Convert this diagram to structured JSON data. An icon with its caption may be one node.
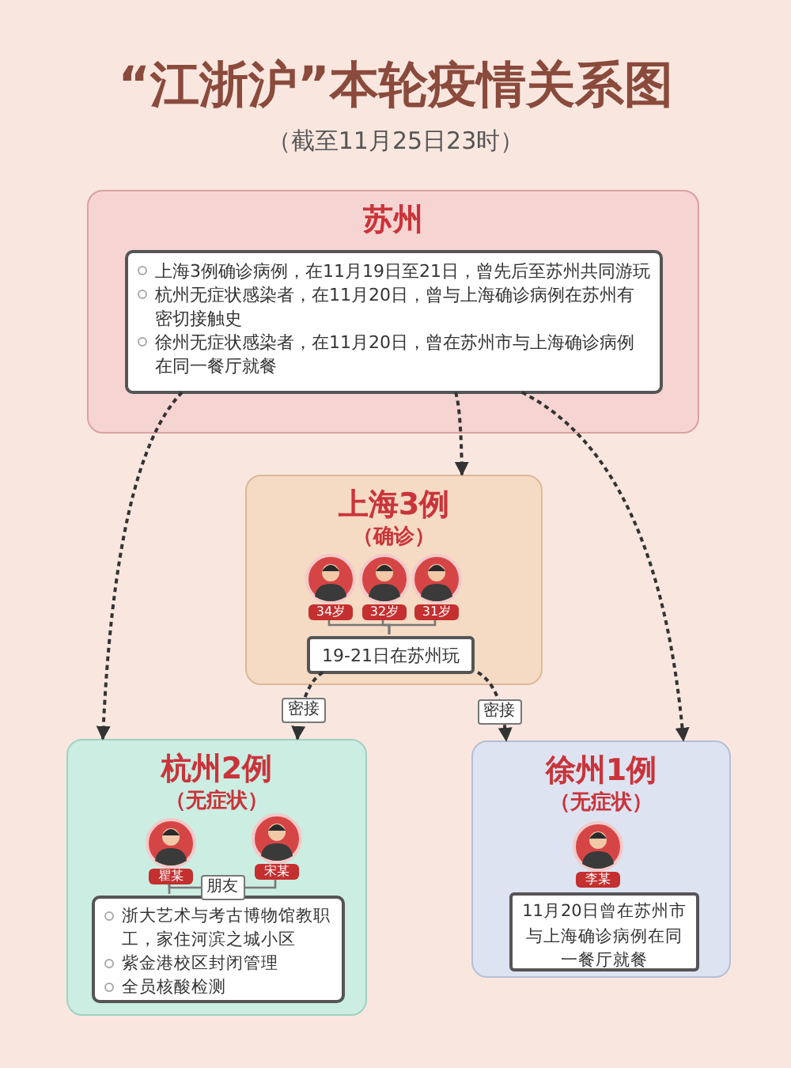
{
  "diagram": {
    "title": "“江浙沪”本轮疫情关系图",
    "caption": "（截至11月25日23时）",
    "nodes": [
      {
        "text": [
          "苏州"
        ]
      },
      {
        "text": [
          "上海3例确诊病例，在11月19日至21日，曾先后至苏州共同游玩",
          "杭州无症状感染者，在11月20日，曾与上海确诊病例在苏州有密切接触史",
          "徐州无症状感染者，在11月20日，曾在苏州市与上海确诊病例在同一餐厅就餐"
        ],
        "in": 0
      },
      {
        "text": [
          "上海3例",
          "（确诊）"
        ]
      },
      {
        "text": [
          "34岁"
        ],
        "in": 2
      },
      {
        "text": [
          "32岁"
        ],
        "in": 2
      },
      {
        "text": [
          "31岁"
        ],
        "in": 2
      },
      {
        "text": [
          "19-21日在苏州玩"
        ],
        "in": 2
      },
      {
        "text": [
          "杭州2例",
          "（无症状）"
        ]
      },
      {
        "text": [
          "瞿某"
        ],
        "in": 7
      },
      {
        "text": [
          "宋某"
        ],
        "in": 7
      },
      {
        "text": [
          "浙大艺术与考古博物馆教职工，家住河滨之城小区",
          "紫金港校区封闭管理",
          "全员核酸检测"
        ],
        "in": 7
      },
      {
        "text": [
          "徐州1例",
          "（无症状）"
        ]
      },
      {
        "text": [
          "李某"
        ],
        "in": 11
      },
      {
        "text": [
          "11月20日曾在苏州市与上海确诊病例在同一餐厅就餐"
        ],
        "in": 11
      }
    ],
    "edges": [
      {
        "from": 1,
        "to": 7,
        "arrow": "to",
        "style": "dashed"
      },
      {
        "from": 1,
        "to": 2,
        "arrow": "to",
        "style": "dashed"
      },
      {
        "from": 1,
        "to": 11,
        "arrow": "to",
        "style": "dashed"
      },
      {
        "from": 3,
        "to": 6,
        "arrow": "none"
      },
      {
        "from": 4,
        "to": 6,
        "arrow": "none"
      },
      {
        "from": 5,
        "to": 6,
        "arrow": "none"
      },
      {
        "from": 6,
        "to": 7,
        "arrow": "to",
        "style": "dashed",
        "label": "密接"
      },
      {
        "from": 6,
        "to": 11,
        "arrow": "to",
        "style": "dashed",
        "label": "密接"
      },
      {
        "from": 8,
        "to": 9,
        "arrow": "none",
        "label": "朋友"
      },
      {
        "from": 8,
        "to": 10,
        "arrow": "none"
      }
    ]
  }
}
